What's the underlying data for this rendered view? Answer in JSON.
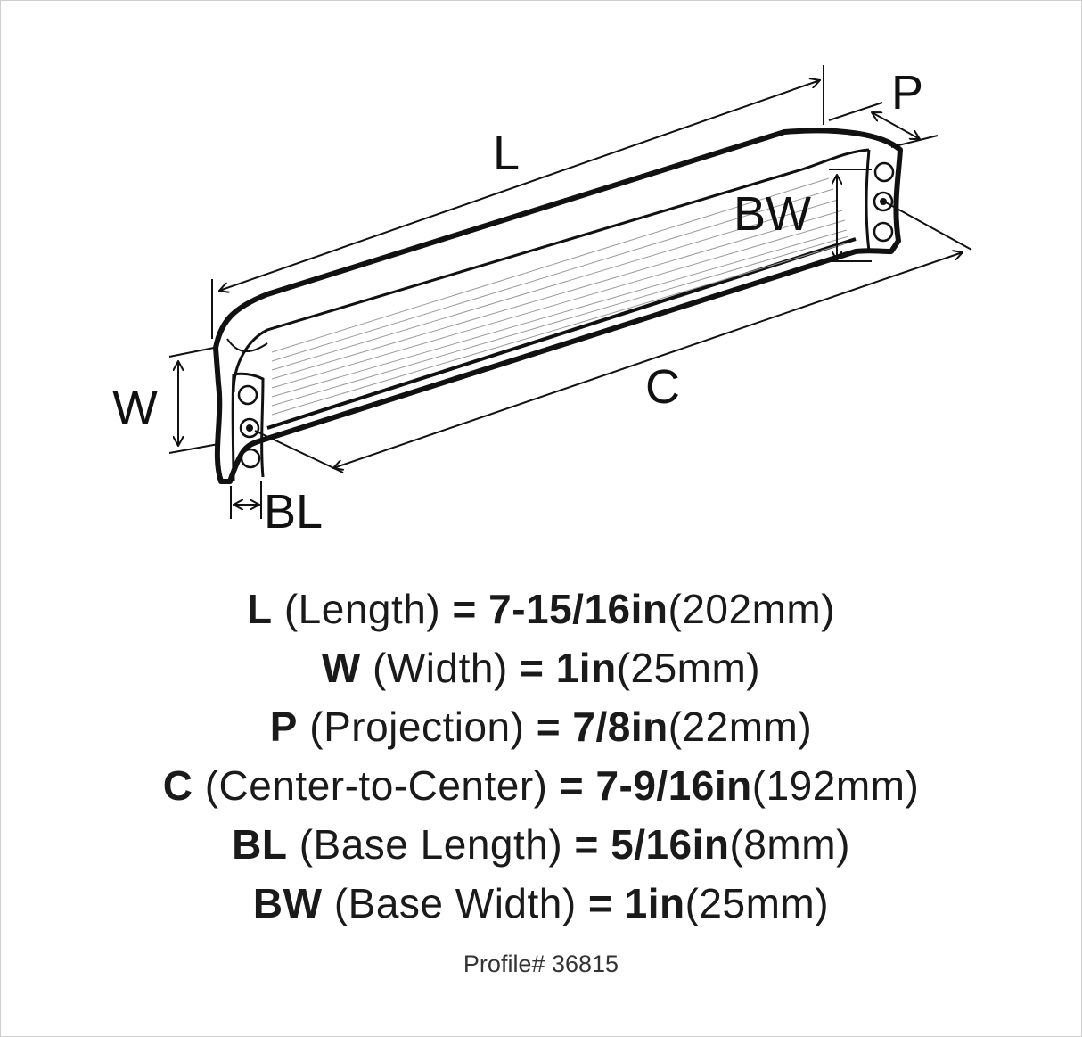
{
  "labels": {
    "L": "L",
    "P": "P",
    "BW": "BW",
    "W": "W",
    "C": "C",
    "BL": "BL"
  },
  "specs": [
    {
      "key": "L",
      "name": "(Length)",
      "eq": "=",
      "imp": "7-15/16in",
      "met": "(202mm)"
    },
    {
      "key": "W",
      "name": "(Width)",
      "eq": "=",
      "imp": "1in",
      "met": "(25mm)"
    },
    {
      "key": "P",
      "name": "(Projection)",
      "eq": "=",
      "imp": "7/8in",
      "met": "(22mm)"
    },
    {
      "key": "C",
      "name": "(Center-to-Center)",
      "eq": "=",
      "imp": "7-9/16in",
      "met": "(192mm)"
    },
    {
      "key": "BL",
      "name": "(Base Length)",
      "eq": "=",
      "imp": "5/16in",
      "met": "(8mm)"
    },
    {
      "key": "BW",
      "name": "(Base Width)",
      "eq": "=",
      "imp": "1in",
      "met": "(25mm)"
    }
  ],
  "profile": "Profile# 36815",
  "colors": {
    "ink": "#111111",
    "border": "#cfcfcf"
  }
}
